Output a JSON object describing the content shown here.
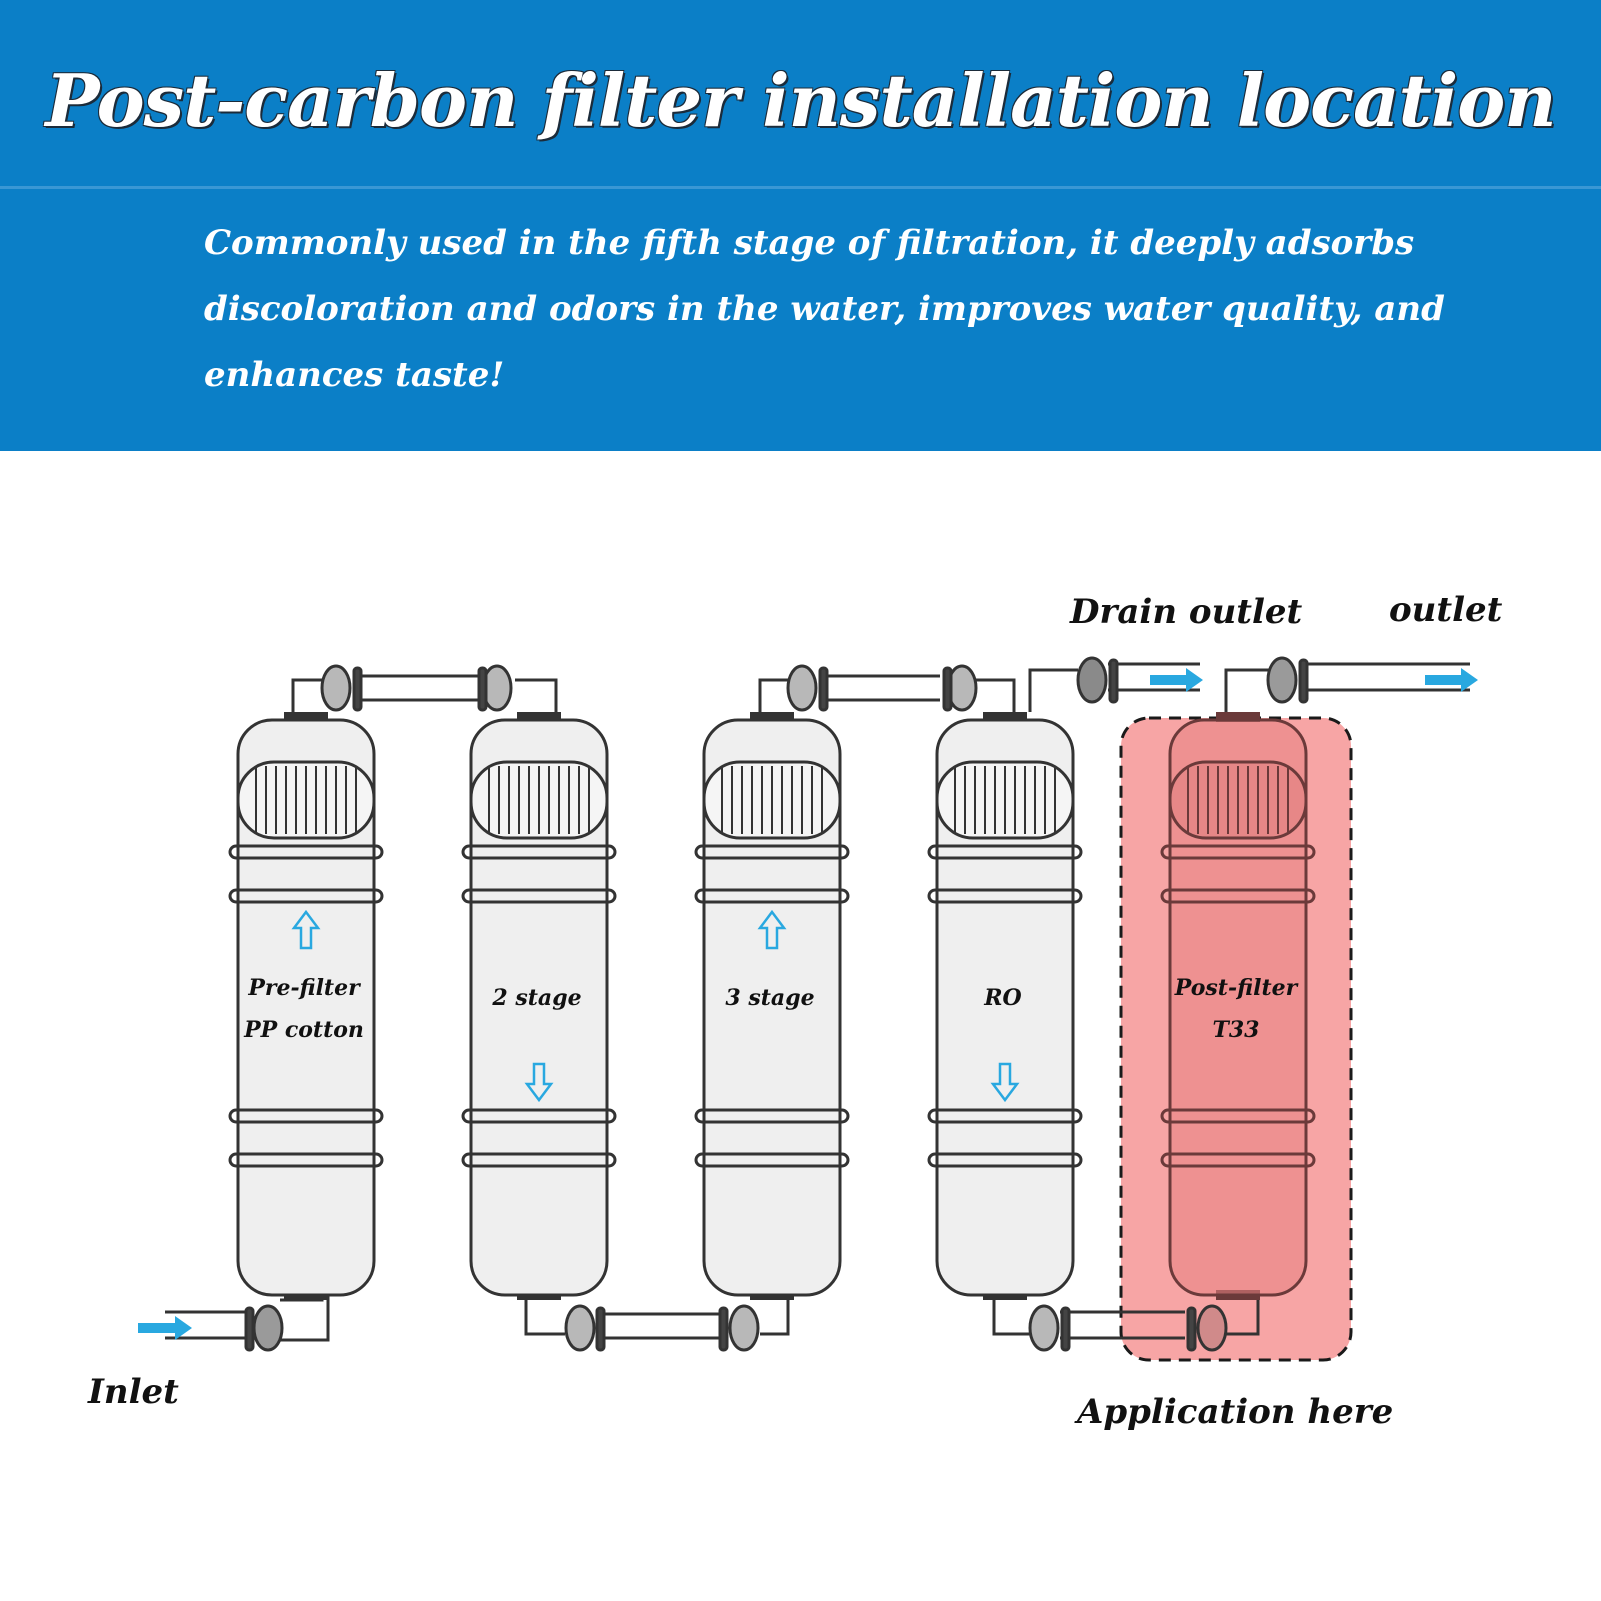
{
  "header": {
    "title": "Post-carbon filter installation location",
    "subtitle": "Commonly used in the fifth stage of filtration, it deeply adsorbs discoloration and odors in the water, improves water quality, and enhances taste!"
  },
  "diagram": {
    "stages": [
      {
        "line1": "Pre-filter",
        "line2": "PP cotton",
        "flow": "up",
        "highlighted": false
      },
      {
        "line1": "2 stage",
        "line2": "",
        "flow": "down",
        "highlighted": false
      },
      {
        "line1": "3 stage",
        "line2": "",
        "flow": "up",
        "highlighted": false
      },
      {
        "line1": "RO",
        "line2": "",
        "flow": "down",
        "highlighted": false
      },
      {
        "line1": "Post-filter",
        "line2": "T33",
        "flow": "none",
        "highlighted": true
      }
    ],
    "labels": {
      "inlet": "Inlet",
      "drain_outlet": "Drain outlet",
      "outlet": "outlet",
      "application": "Application here"
    },
    "colors": {
      "banner": "#0b7fc7",
      "arrow": "#29a8e0",
      "highlight": "#f7a5a5",
      "tank_fill": "#efefef",
      "outline": "#333333"
    }
  }
}
